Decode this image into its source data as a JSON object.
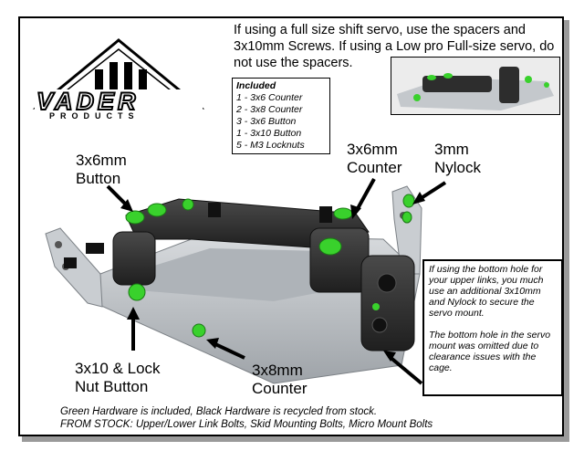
{
  "logo": {
    "brand": "VADER",
    "sub": "PRODUCTS"
  },
  "top_note": "If using a full size shift servo, use the spacers and 3x10mm Screws. If using a Low pro Full-size servo, do not use the spacers.",
  "included": {
    "heading": "Included",
    "items": [
      "1 - 3x6 Counter",
      "2 - 3x8 Counter",
      "3 - 3x6 Button",
      "1 - 3x10 Button",
      "5 - M3 Locknuts"
    ]
  },
  "labels": {
    "button_3x6": [
      "3x6mm",
      "Button"
    ],
    "counter_3x6": [
      "3x6mm",
      "Counter"
    ],
    "nylock_3mm": [
      "3mm",
      "Nylock"
    ],
    "lock_nut_button": [
      "3x10 & Lock",
      "Nut Button"
    ],
    "counter_3x8": [
      "3x8mm",
      "Counter"
    ]
  },
  "side_note": {
    "p1": "If using the bottom hole for your upper links, you much use an additional 3x10mm and Nylock to secure the servo mount.",
    "p2": "The bottom hole in the servo mount was omitted due to clearance issues with the cage."
  },
  "footer": {
    "line1": "Green Hardware is included, Black Hardware is recycled from stock.",
    "line2": "FROM STOCK: Upper/Lower Link Bolts, Skid Mounting Bolts, Micro Mount Bolts"
  },
  "colors": {
    "hardware_green": "#39d12c",
    "body_dark": "#2b2b2b",
    "metal": "#b9bec4"
  }
}
